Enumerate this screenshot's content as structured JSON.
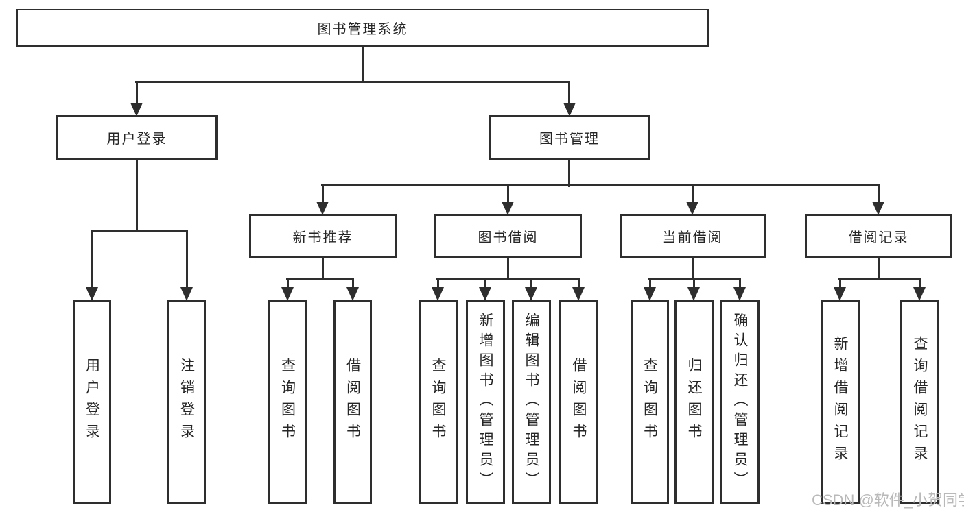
{
  "tree": {
    "root": {
      "label": "图书管理系统",
      "children": [
        {
          "label": "用户登录",
          "children": [
            {
              "label": "用户登录"
            },
            {
              "label": "注销登录"
            }
          ]
        },
        {
          "label": "图书管理",
          "children": [
            {
              "label": "新书推荐",
              "children": [
                {
                  "label": "查询图书"
                },
                {
                  "label": "借阅图书"
                }
              ]
            },
            {
              "label": "图书借阅",
              "children": [
                {
                  "label": "查询图书"
                },
                {
                  "label": "新增图书（管理员）"
                },
                {
                  "label": "编辑图书（管理员）"
                },
                {
                  "label": "借阅图书"
                }
              ]
            },
            {
              "label": "当前借阅",
              "children": [
                {
                  "label": "查询图书"
                },
                {
                  "label": "归还图书"
                },
                {
                  "label": "确认归还（管理员）"
                }
              ]
            },
            {
              "label": "借阅记录",
              "children": [
                {
                  "label": "新增借阅记录"
                },
                {
                  "label": "查询借阅记录"
                }
              ]
            }
          ]
        }
      ]
    }
  },
  "watermark": {
    "text": "CSDN @软件_小贺同学"
  },
  "colors": {
    "line": "#2e2e2e",
    "text": "#262626",
    "watermark": "#b9b9b9",
    "background": "#ffffff"
  }
}
